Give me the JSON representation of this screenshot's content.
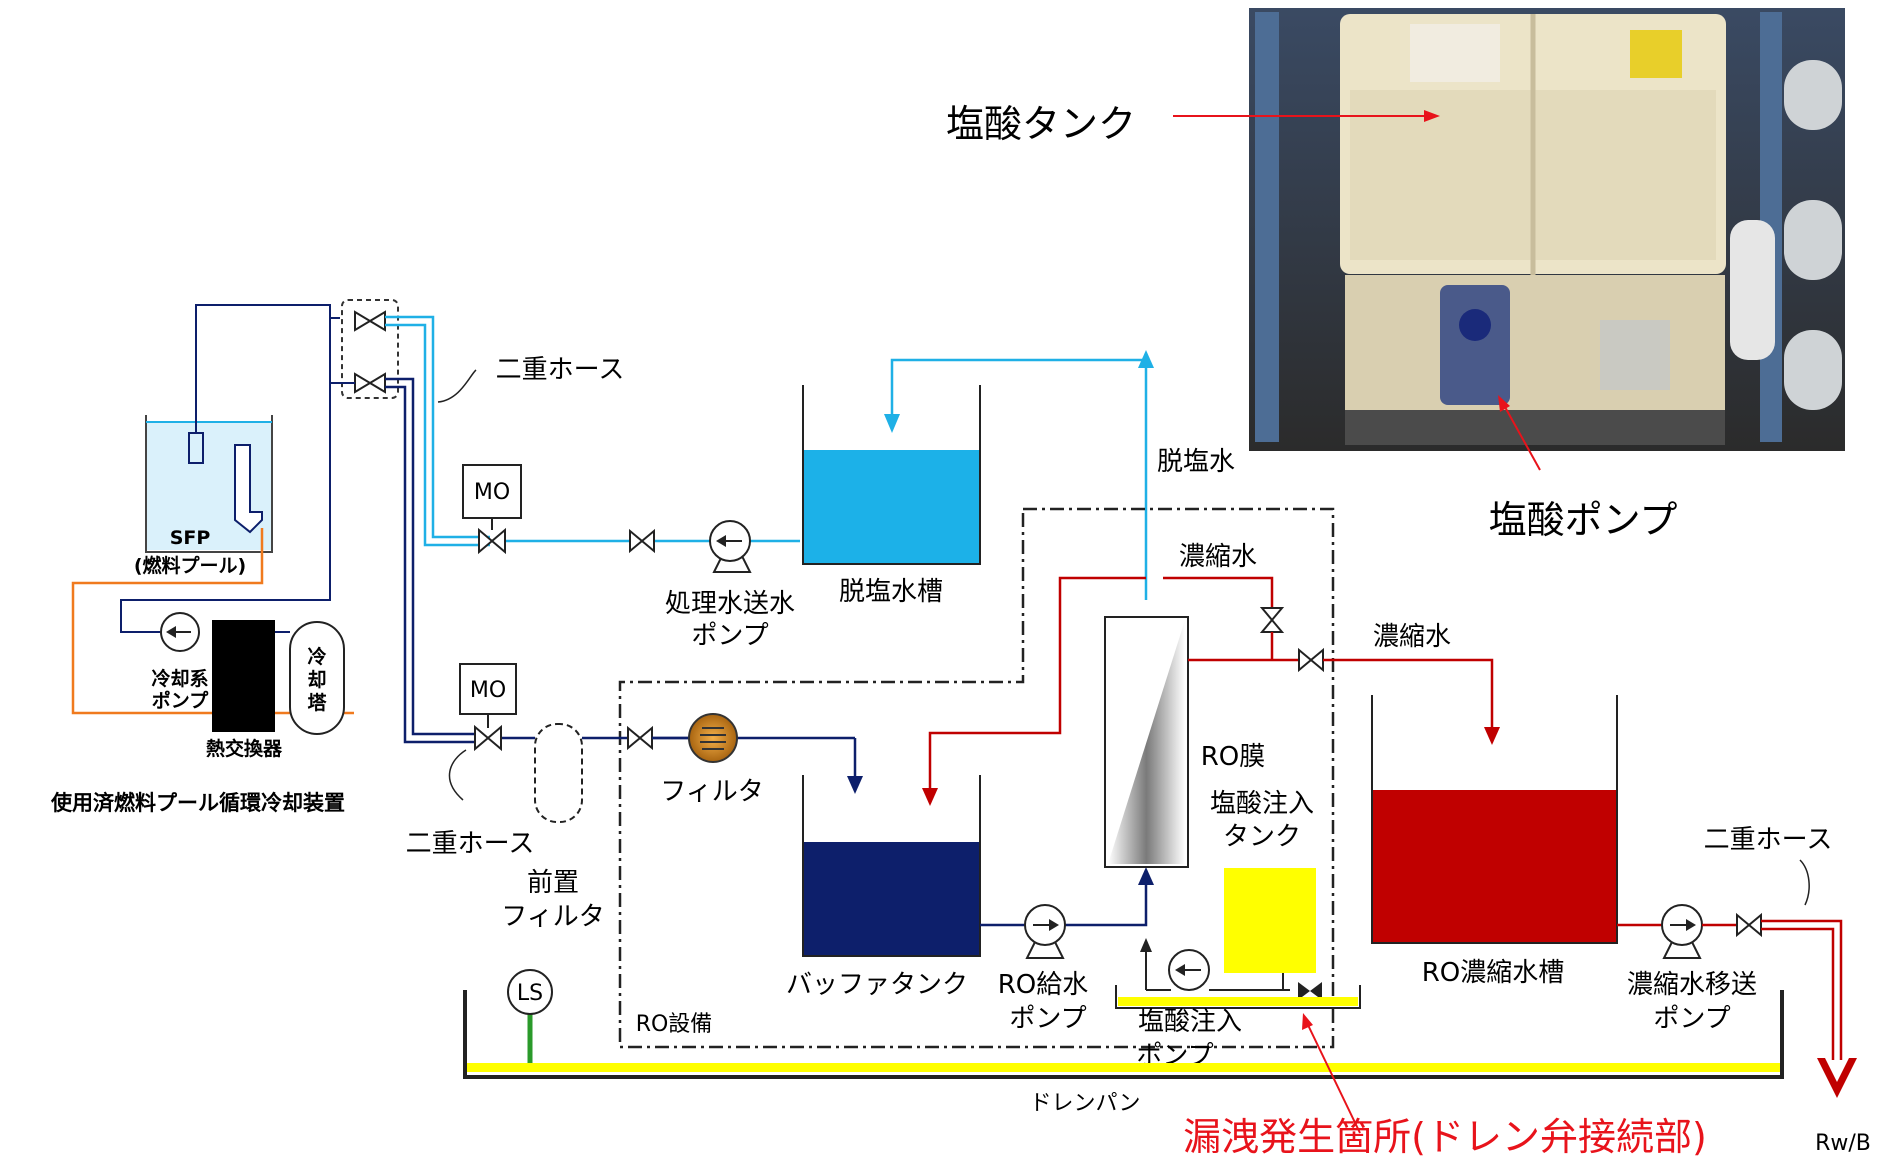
{
  "photo": {
    "tank_label": "塩酸タンク",
    "pump_label": "塩酸ポンプ"
  },
  "cooling": {
    "sfp": "SFP",
    "sfp_sub": "(燃料プール)",
    "pump_l1": "冷却系",
    "pump_l2": "ポンプ",
    "hx": "熱交換器",
    "tower_l1": "冷",
    "tower_l2": "却",
    "tower_l3": "塔",
    "title": "使用済燃料プール循環冷却装置"
  },
  "hoses": {
    "upper": "二重ホース",
    "lower": "二重ホース",
    "right": "二重ホース"
  },
  "valves": {
    "mo1": "MO",
    "mo2": "MO"
  },
  "prefilter": {
    "l1": "前置",
    "l2": "フィルタ"
  },
  "filter": "フィルタ",
  "desal_tank": "脱塩水槽",
  "treated_pump": {
    "l1": "処理水送水",
    "l2": "ポンプ"
  },
  "desal_water": "脱塩水",
  "conc_water_top": "濃縮水",
  "conc_water_right": "濃縮水",
  "membrane": "RO膜",
  "hcl_tank": {
    "l1": "塩酸注入",
    "l2": "タンク"
  },
  "buffer_tank": "バッファタンク",
  "ro_feed_pump": {
    "l1": "RO給水",
    "l2": "ポンプ"
  },
  "hcl_pump": {
    "l1": "塩酸注入",
    "l2": "ポンプ"
  },
  "ro_equipment": "RO設備",
  "ro_conc_tank": "RO濃縮水槽",
  "conc_transfer_pump": {
    "l1": "濃縮水移送",
    "l2": "ポンプ"
  },
  "ls": "LS",
  "drain_pan": "ドレンパン",
  "leak_label": "漏洩発生箇所(ドレン弁接続部)",
  "rwb": "Rw/B",
  "colors": {
    "light_blue": "#1fb0e6",
    "navy": "#0d1f6b",
    "red": "#c00000",
    "orange": "#f07a1e",
    "yellow": "#ffff00",
    "drain_green": "#2a9a2a"
  }
}
